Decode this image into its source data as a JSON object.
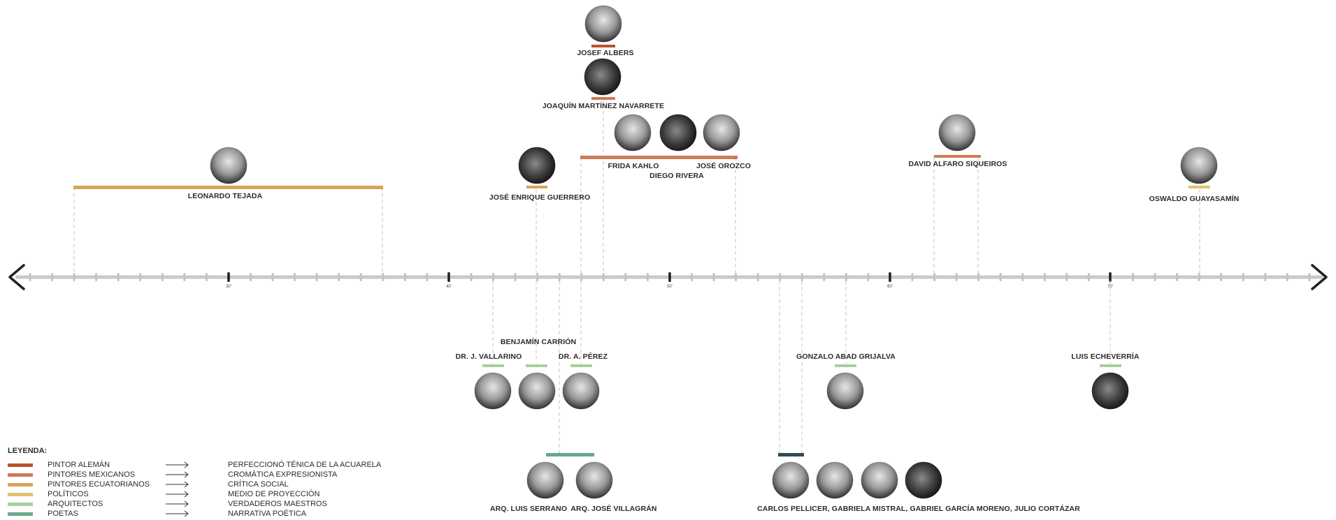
{
  "colors": {
    "pintor_aleman": "#b7532e",
    "pintores_mexicanos": "#cf7a58",
    "pintores_ecuatorianos": "#d9a35d",
    "politicos": "#e0c46c",
    "arquitectos": "#a9cf9f",
    "verdaderos_maestros": "#66a98a",
    "poetas": "#2e4b56",
    "axis": "#c9c9c9"
  },
  "axis": {
    "tick_labels": [
      "30'",
      "40'",
      "50'",
      "60'",
      "70'"
    ]
  },
  "people": {
    "josef_albers": "JOSEF ALBERS",
    "joaquin_martinez": "JOAQUÍN MARTÍNEZ NAVARRETE",
    "frida_kahlo": "FRIDA KAHLO",
    "diego_rivera": "DIEGO RIVERA",
    "jose_orozco": "JOSÉ OROZCO",
    "leonardo_tejada": "LEONARDO TEJADA",
    "jose_enrique_guerrero": "JOSÉ ENRIQUE GUERRERO",
    "david_siqueiros": "DAVID ALFARO SIQUEIROS",
    "oswaldo_guayasamin": "OSWALDO GUAYASAMÍN",
    "benjamin_carrion": "BENJAMÍN CARRIÓN",
    "dr_vallarino": "DR. J. VALLARINO",
    "dr_perez": "DR. A. PÉREZ",
    "gonzalo_abad": "GONZALO ABAD GRIJALVA",
    "luis_echeverria": "LUIS ECHEVERRÍA",
    "arq_serrano": "ARQ. LUIS SERRANO",
    "arq_villagran": "ARQ. JOSÉ VILLAGRÁN",
    "poetas_group": "CARLOS PELLICER, GABRIELA MISTRAL, GABRIEL GARCÍA MORENO, JULIO CORTÁZAR"
  },
  "legend": {
    "title": "LEYENDA:",
    "items": [
      {
        "category": "PINTOR ALEMÁN",
        "description": "PERFECCIONÓ TÉNICA DE LA ACUARELA",
        "color_key": "pintor_aleman"
      },
      {
        "category": "PINTORES MEXICANOS",
        "description": "CROMÁTICA EXPRESIONISTA",
        "color_key": "pintores_mexicanos"
      },
      {
        "category": "PINTORES ECUATORIANOS",
        "description": "CRÍTICA SOCIAL",
        "color_key": "pintores_ecuatorianos"
      },
      {
        "category": "POLÍTICOS",
        "description": "MEDIO DE PROYECCIÓN",
        "color_key": "politicos"
      },
      {
        "category": "ARQUITECTOS",
        "description": "VERDADEROS MAESTROS",
        "color_key": "arquitectos"
      },
      {
        "category": "POETAS",
        "description": "NARRATIVA POÉTICA",
        "color_key": "verdaderos_maestros"
      }
    ]
  },
  "icons": {
    "left_arrow": "chevron-left-icon",
    "right_arrow": "chevron-right-icon",
    "portrait": "portrait-icon",
    "legend_arrow": "arrow-right-icon"
  }
}
